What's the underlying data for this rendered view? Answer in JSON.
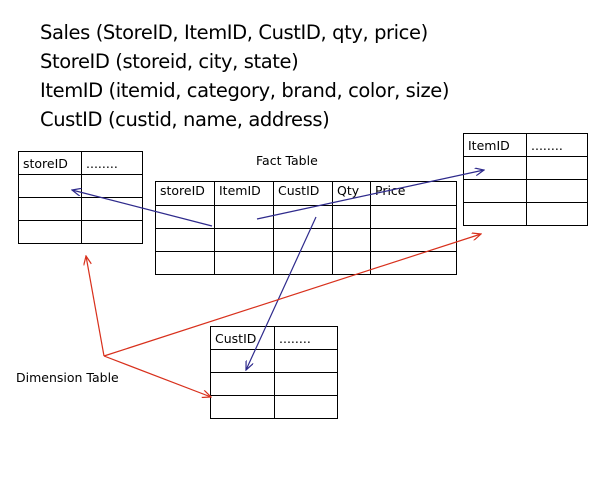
{
  "schema_lines": [
    "Sales (StoreID, ItemID, CustID, qty, price)",
    "StoreID (storeid, city, state)",
    "ItemID (itemid, category, brand, color, size)",
    "CustID (custid, name, address)"
  ],
  "store_table": {
    "rows": [
      [
        "storeID",
        "........"
      ],
      [
        "",
        ""
      ],
      [
        "",
        ""
      ],
      [
        "",
        ""
      ]
    ]
  },
  "fact_table": {
    "caption": "Fact Table",
    "rows": [
      [
        "storeID",
        "ItemID",
        "CustID",
        "Qty",
        "Price"
      ],
      [
        "",
        "",
        "",
        "",
        ""
      ],
      [
        "",
        "",
        "",
        "",
        ""
      ],
      [
        "",
        "",
        "",
        "",
        ""
      ]
    ]
  },
  "item_table": {
    "rows": [
      [
        "ItemID",
        "........"
      ],
      [
        "",
        ""
      ],
      [
        "",
        ""
      ],
      [
        "",
        ""
      ]
    ]
  },
  "cust_table": {
    "rows": [
      [
        "CustID",
        "........"
      ],
      [
        "",
        ""
      ],
      [
        "",
        ""
      ],
      [
        "",
        ""
      ]
    ]
  },
  "dimension_caption": "Dimension Table",
  "colors": {
    "fk_arrow": "#2e2a8c",
    "dimension_arrow": "#d8301c",
    "lines": "#000000"
  }
}
